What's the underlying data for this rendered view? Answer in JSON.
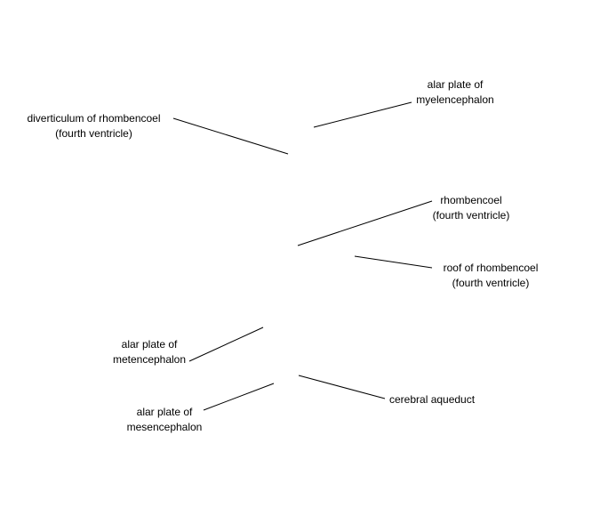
{
  "diagram": {
    "colors": {
      "line": "#000000",
      "text": "#000000",
      "background": "#ffffff"
    },
    "labels": {
      "alar_plate_myelencephalon": {
        "line1": "alar plate of",
        "line2": "myelencephalon"
      },
      "diverticulum_rhombencoel": {
        "line1": "diverticulum of rhombencoel",
        "line2": "(fourth ventricle)"
      },
      "rhombencoel": {
        "line1": "rhombencoel",
        "line2": "(fourth ventricle)"
      },
      "roof_rhombencoel": {
        "line1": "roof of rhombencoel",
        "line2": "(fourth ventricle)"
      },
      "alar_plate_metencephalon": {
        "line1": "alar plate of",
        "line2": "metencephalon"
      },
      "cerebral_aqueduct": {
        "line1": "cerebral aqueduct"
      },
      "alar_plate_mesencephalon": {
        "line1": "alar plate of",
        "line2": "mesencephalon"
      }
    }
  }
}
